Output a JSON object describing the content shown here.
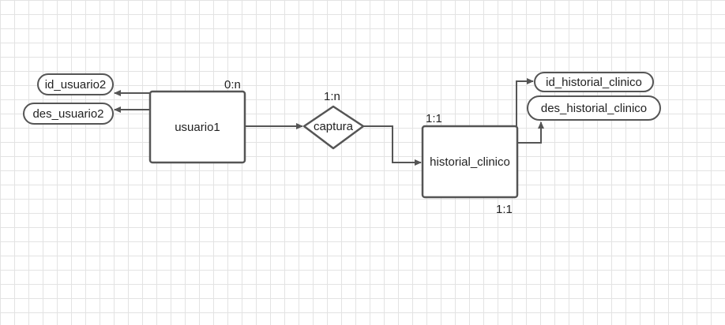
{
  "entities": {
    "usuario": {
      "label": "usuario1"
    },
    "historial": {
      "label": "historial_clinico"
    }
  },
  "relationship": {
    "label": "captura"
  },
  "attributes": {
    "id_usuario": "id_usuario2",
    "des_usuario": "des_usuario2",
    "id_historial": "id_historial_clinico",
    "des_historial": "des_historial_clinico"
  },
  "cardinalities": {
    "usuario_top": "0:n",
    "relationship_top": "1:n",
    "historial_top": "1:1",
    "historial_bottom": "1:1"
  },
  "colors": {
    "stroke": "#555555",
    "text": "#222222"
  }
}
